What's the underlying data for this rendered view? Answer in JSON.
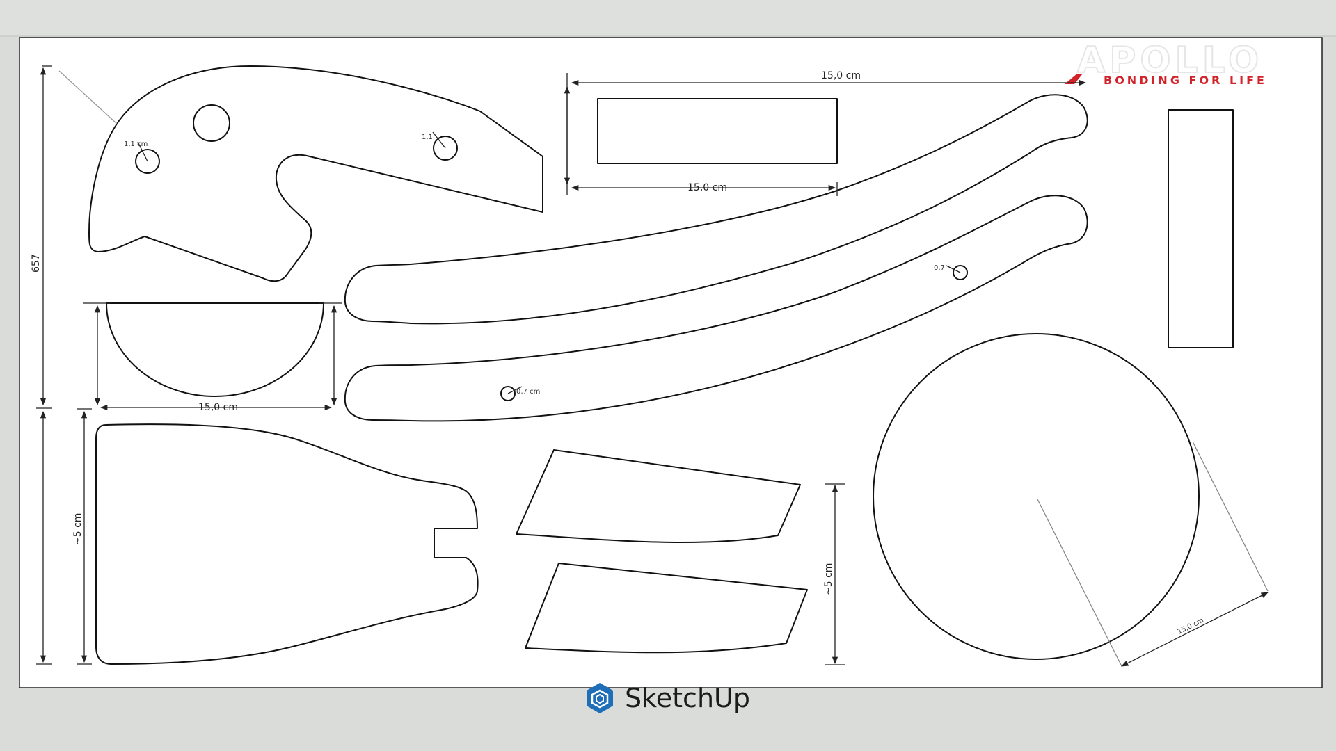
{
  "brand": {
    "logo_text": "APOLLO",
    "tagline": "BONDING   FOR   LIFE",
    "accent_color": "#d2232a"
  },
  "app": {
    "name": "SketchUp",
    "logo_icon": "sketchup-logo-icon",
    "logo_color": "#1f6fb8"
  },
  "dimensions": {
    "top_rect_top": "15,0 cm",
    "top_rect_bottom": "15,0 cm",
    "half_circle": "15,0 cm",
    "left_vertical": "657",
    "shoe_vertical": "~5 cm",
    "quad_vertical": "~5 cm",
    "circle": "15,0 cm",
    "hole_top_left": "1,1 cm",
    "hole_top_right": "1,1",
    "hole_upper_curve": "0,7",
    "hole_lower_curve": "0,7 cm"
  },
  "colors": {
    "canvas": "#ffffff",
    "background": "#d9dcd9",
    "outline": "#111111",
    "dim_line": "#222222"
  }
}
